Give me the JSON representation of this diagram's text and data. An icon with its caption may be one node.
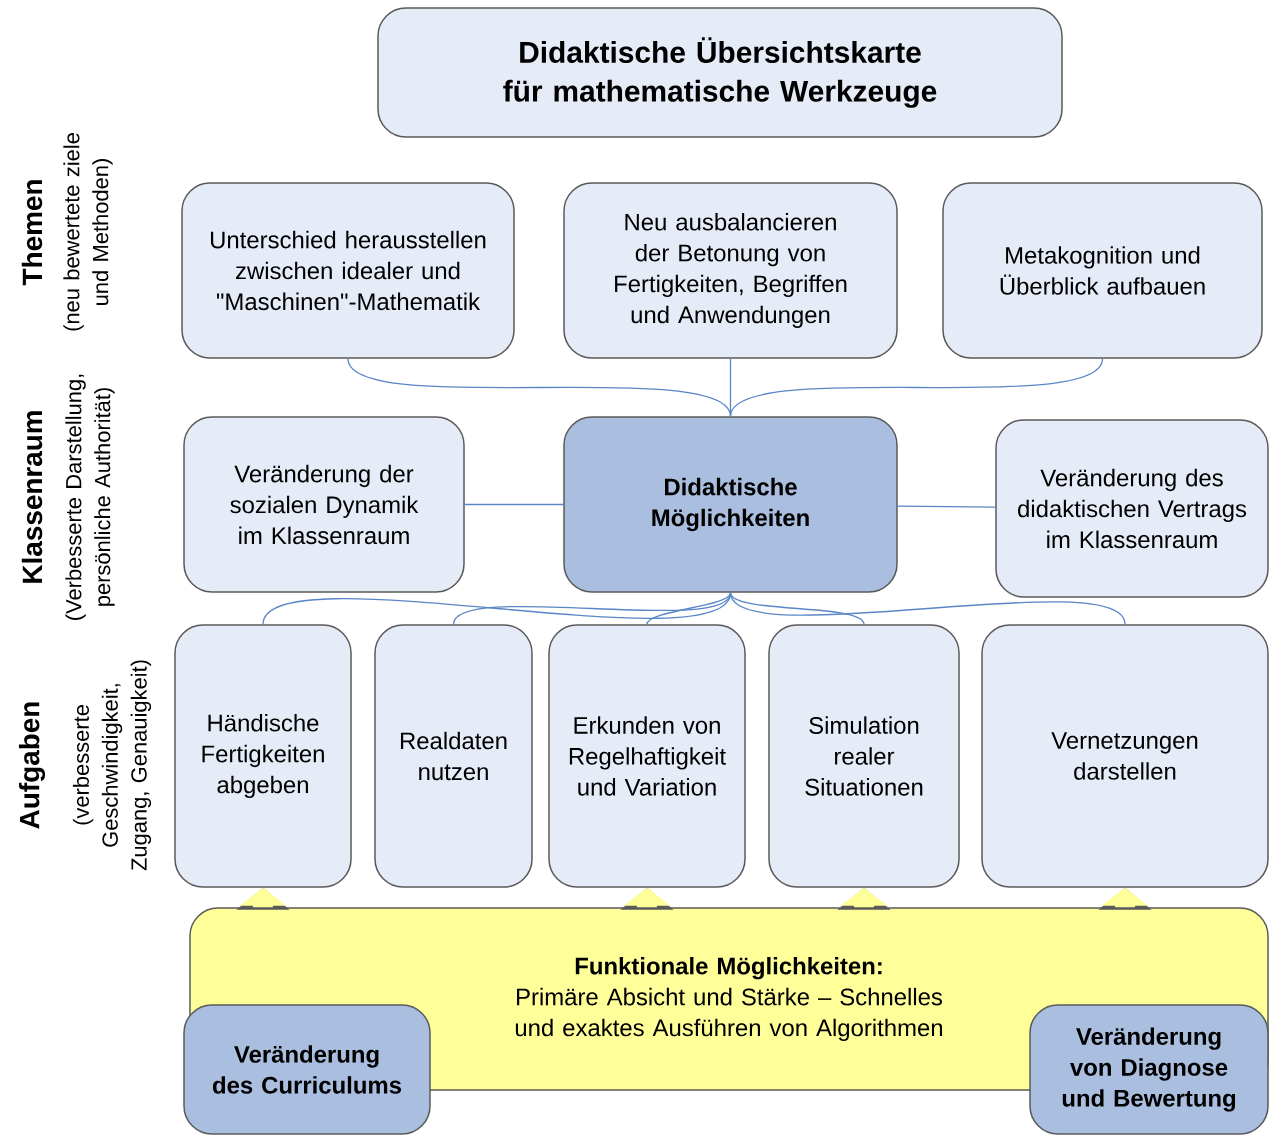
{
  "diagram": {
    "nodes": [
      {
        "text": [
          "Didaktische Übersichtskarte für mathematische Werkzeuge"
        ]
      },
      {
        "text": [
          "Unterschied herausstellen zwischen idealer und \"Maschinen\"-Mathematik"
        ]
      },
      {
        "text": [
          "Neu ausbalancieren der Betonung von Fertigkeiten, Begriffen und Anwendungen"
        ]
      },
      {
        "text": [
          "Metakognition und Überblick aufbauen"
        ]
      },
      {
        "text": [
          "Veränderung der sozialen Dynamik im Klassenraum"
        ]
      },
      {
        "text": [
          "Didaktische Möglichkeiten"
        ]
      },
      {
        "text": [
          "Veränderung des didaktischen Vertrags im Klassenraum"
        ]
      },
      {
        "text": [
          "Händische Fertigkeiten abgeben"
        ]
      },
      {
        "text": [
          "Realdaten nutzen"
        ]
      },
      {
        "text": [
          "Erkunden von Regelhaftigkeit und Variation"
        ]
      },
      {
        "text": [
          "Simulation realer Situationen"
        ]
      },
      {
        "text": [
          "Vernetzungen darstellen"
        ]
      },
      {
        "text": [
          "Funktionale Möglichkeiten:",
          "Primäre Absicht und Stärke – Schnelles und exaktes Ausführen von Algorithmen"
        ]
      },
      {
        "text": [
          "Veränderung des Curriculums"
        ]
      },
      {
        "text": [
          "Veränderung von Diagnose und Bewertung"
        ]
      }
    ],
    "edges": [
      {
        "from": 1,
        "to": 5,
        "arrow": "none",
        "color": "#5a86c8"
      },
      {
        "from": 2,
        "to": 5,
        "arrow": "none",
        "color": "#5a86c8"
      },
      {
        "from": 3,
        "to": 5,
        "arrow": "none",
        "color": "#5a86c8"
      },
      {
        "from": 4,
        "to": 5,
        "arrow": "none",
        "color": "#5a86c8"
      },
      {
        "from": 5,
        "to": 6,
        "arrow": "none",
        "color": "#5a86c8"
      },
      {
        "from": 5,
        "to": 7,
        "arrow": "none",
        "color": "#5a86c8"
      },
      {
        "from": 5,
        "to": 8,
        "arrow": "none",
        "color": "#5a86c8"
      },
      {
        "from": 5,
        "to": 9,
        "arrow": "none",
        "color": "#5a86c8"
      },
      {
        "from": 5,
        "to": 10,
        "arrow": "none",
        "color": "#5a86c8"
      },
      {
        "from": 5,
        "to": 11,
        "arrow": "none",
        "color": "#5a86c8"
      },
      {
        "from": 12,
        "to": 7,
        "arrow": "to",
        "style": "thick",
        "color": "#ffff99"
      },
      {
        "from": 12,
        "to": 9,
        "arrow": "to",
        "style": "thick",
        "color": "#ffff99"
      },
      {
        "from": 12,
        "to": 10,
        "arrow": "to",
        "style": "thick",
        "color": "#ffff99"
      },
      {
        "from": 12,
        "to": 11,
        "arrow": "to",
        "style": "thick",
        "color": "#ffff99"
      }
    ],
    "labels": [
      "Themen",
      "(neu bewertete ziele und Methoden)",
      "Klassenraum",
      "(Verbesserte Darstellung, persönliche Authorität)",
      "Aufgaben",
      "(verbesserte Geschwindigkeit, Zugang, Genauigkeit)"
    ]
  }
}
